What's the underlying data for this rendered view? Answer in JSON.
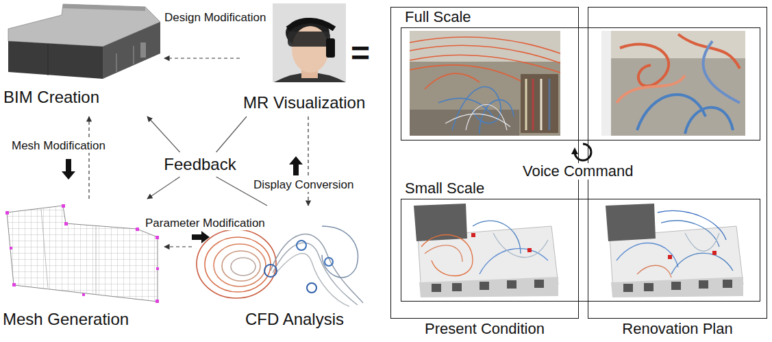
{
  "diagram": {
    "nodes": [
      {
        "text": [
          "BIM Creation"
        ]
      },
      {
        "text": [
          "MR Visualization"
        ]
      },
      {
        "text": [
          "Feedback"
        ]
      },
      {
        "text": [
          "Mesh Generation"
        ]
      },
      {
        "text": [
          "CFD Analysis"
        ]
      },
      {
        "text": [
          "Present Condition"
        ]
      },
      {
        "text": [
          "Renovation Plan"
        ]
      },
      {
        "text": [
          "Full Scale"
        ]
      },
      {
        "text": [
          "Small Scale"
        ]
      }
    ],
    "edges": [
      {
        "from": 1,
        "to": 0,
        "arrow": "to",
        "label": "Design Modification"
      },
      {
        "from": 3,
        "to": 0,
        "arrow": "to",
        "label": "Mesh Modification"
      },
      {
        "from": 4,
        "to": 3,
        "arrow": "to",
        "label": "Parameter Modification"
      },
      {
        "from": 1,
        "to": 4,
        "arrow": "to",
        "label": "Display Conversion"
      },
      {
        "from": 1,
        "to": 2,
        "arrow": "none"
      },
      {
        "from": 4,
        "to": 2,
        "arrow": "none"
      },
      {
        "from": 2,
        "to": 0,
        "arrow": "to"
      },
      {
        "from": 2,
        "to": 3,
        "arrow": "to"
      }
    ],
    "labels": [
      "=",
      "Voice Command"
    ]
  }
}
